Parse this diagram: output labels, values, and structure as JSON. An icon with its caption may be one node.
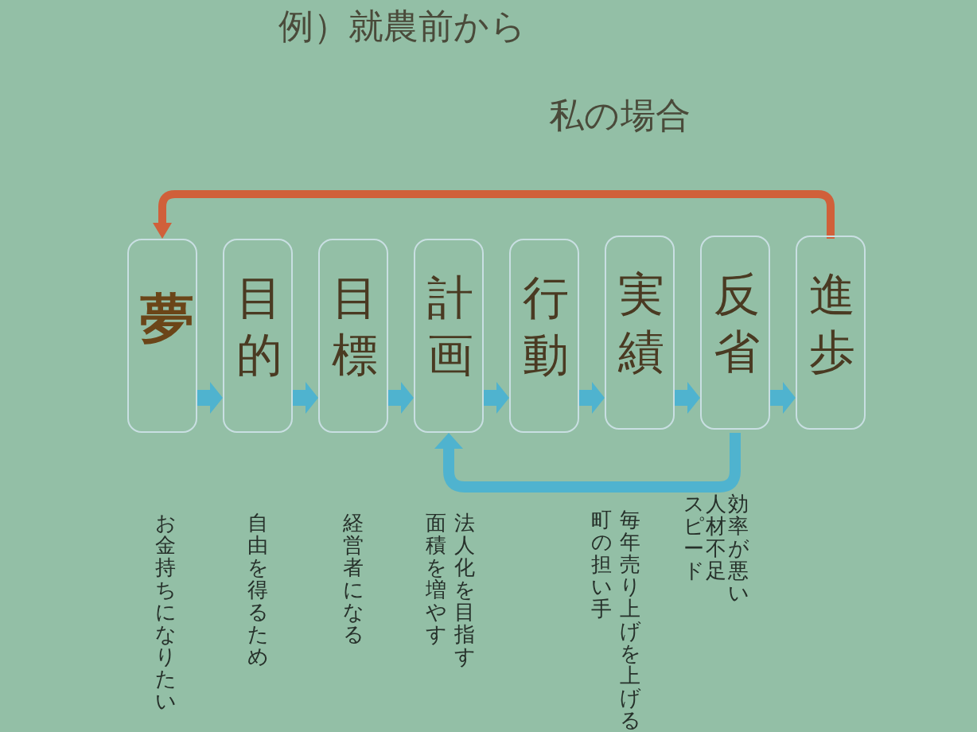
{
  "diagram": {
    "nodes": [
      {
        "text": [
          "夢"
        ],
        "beside": [
          "お金持ちになりたい"
        ]
      },
      {
        "text": [
          "目的"
        ],
        "beside": [
          "自由を得るため"
        ]
      },
      {
        "text": [
          "目標"
        ],
        "beside": [
          "経営者になる"
        ]
      },
      {
        "text": [
          "計画"
        ],
        "beside": [
          "法人化を目指す",
          "面積を増やす"
        ]
      },
      {
        "text": [
          "行動"
        ]
      },
      {
        "text": [
          "実績"
        ],
        "beside": [
          "毎年売り上げを上げる",
          "町の担い手"
        ]
      },
      {
        "text": [
          "反省"
        ],
        "beside": [
          "効率が悪い",
          "人材不足",
          "スピード"
        ]
      },
      {
        "text": [
          "進歩"
        ]
      }
    ],
    "edges": [
      {
        "from": 0,
        "to": 1,
        "arrow": "to"
      },
      {
        "from": 1,
        "to": 2,
        "arrow": "to"
      },
      {
        "from": 2,
        "to": 3,
        "arrow": "to"
      },
      {
        "from": 3,
        "to": 4,
        "arrow": "to"
      },
      {
        "from": 4,
        "to": 5,
        "arrow": "to"
      },
      {
        "from": 5,
        "to": 6,
        "arrow": "to"
      },
      {
        "from": 6,
        "to": 7,
        "arrow": "to"
      },
      {
        "from": 7,
        "to": 0,
        "arrow": "to",
        "color": "#d0603a"
      },
      {
        "from": 6,
        "to": 3,
        "arrow": "to"
      }
    ],
    "labels": [
      "例）就農前から",
      "私の場合"
    ]
  }
}
